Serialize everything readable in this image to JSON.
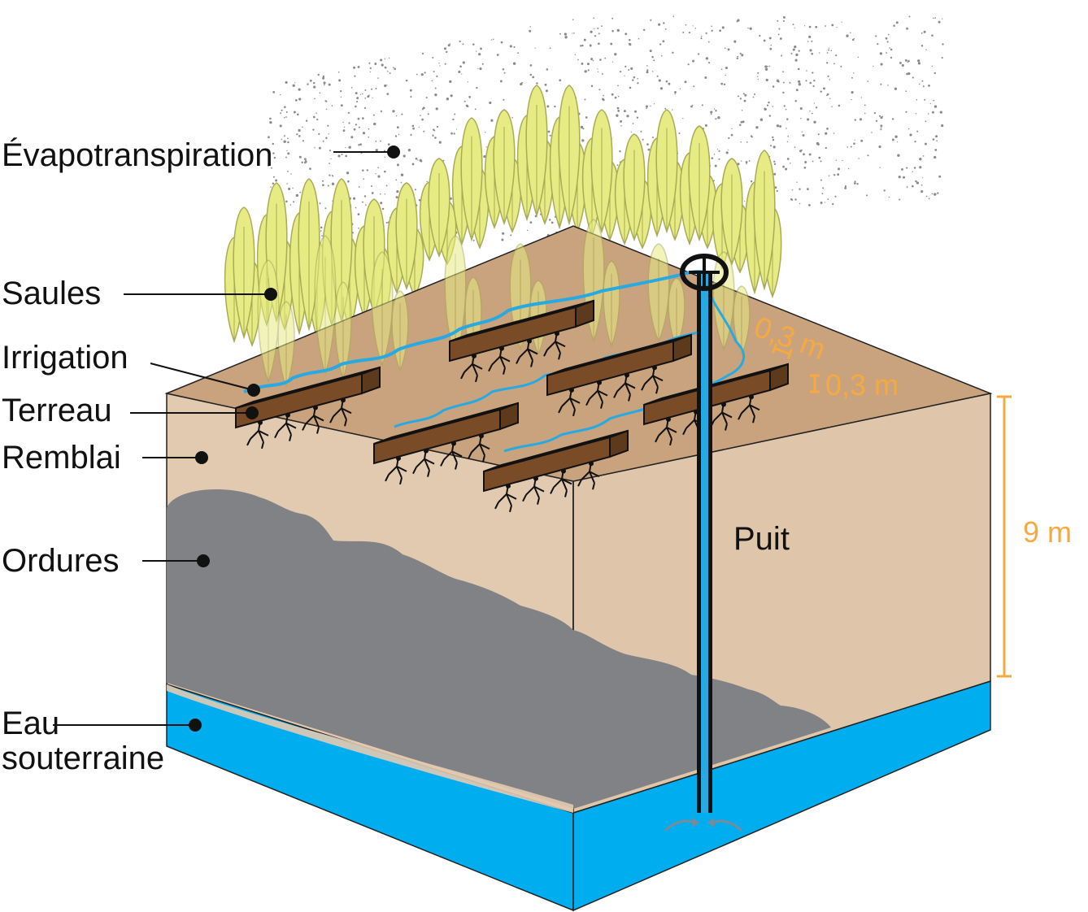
{
  "labels": {
    "evapotranspiration": "Évapotranspiration",
    "saules": "Saules",
    "irrigation": "Irrigation",
    "terreau": "Terreau",
    "remblai": "Remblai",
    "ordures": "Ordures",
    "eau_line1": "Eau",
    "eau_line2": "souterraine",
    "puit": "Puit"
  },
  "dimensions": {
    "spacing": "0,3 m",
    "topsoil_depth": "0,3 m",
    "fill_depth": "9 m"
  },
  "colors": {
    "topsoil": "#c9a37e",
    "fill_front": "#e2cab1",
    "fill_side": "#dfc6ab",
    "waste": "#818285",
    "groundwater": "#00aeef",
    "timber": "#7a4b27",
    "leaf": "#e6eb84",
    "leaf_outline": "#a9ab55",
    "irrigation_pipe": "#27a9e1",
    "dimension": "#f7a941",
    "mist": "#8a8a8a"
  },
  "icons": [
    "willow-icon",
    "roots-icon",
    "well-valve-icon",
    "mist-icon"
  ]
}
